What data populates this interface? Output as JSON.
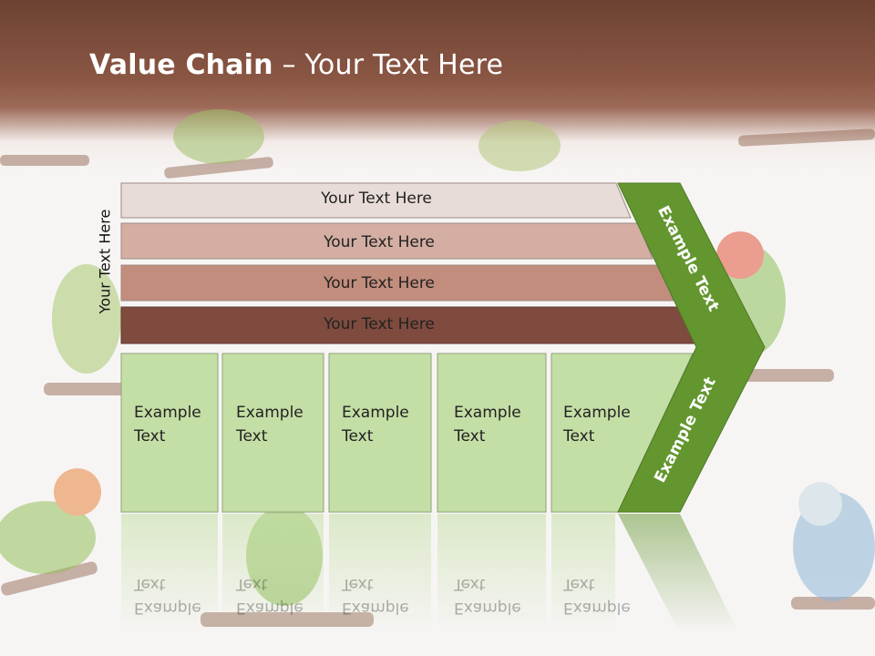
{
  "title": {
    "bold": "Value Chain",
    "rest": " – Your Text Here"
  },
  "vertical_label": "Your Text Here",
  "bars": [
    {
      "label": "Your Text Here",
      "color": "#e8dcd8"
    },
    {
      "label": "Your Text Here",
      "color": "#d4aea2"
    },
    {
      "label": "Your Text Here",
      "color": "#c28d7c"
    },
    {
      "label": "Your Text Here",
      "color": "#7e4b3e"
    }
  ],
  "boxes": [
    {
      "line1": "Example",
      "line2": "Text"
    },
    {
      "line1": "Example",
      "line2": "Text"
    },
    {
      "line1": "Example",
      "line2": "Text"
    },
    {
      "line1": "Example",
      "line2": "Text"
    },
    {
      "line1": "Example",
      "line2": "Text"
    }
  ],
  "chevron": {
    "upper": "Example Text",
    "lower": "Example Text"
  },
  "colors": {
    "header": "#8a5644",
    "box_fill": "#c4dfa5",
    "chevron": "#63962f"
  }
}
